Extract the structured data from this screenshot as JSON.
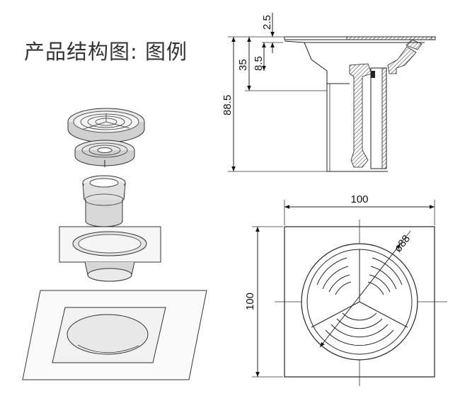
{
  "title": "产品结构图: 图例",
  "section_view": {
    "dimensions": {
      "flange_thickness": "2.5",
      "body_height": "35",
      "insert_offset": "8.5",
      "total_height": "88.5"
    }
  },
  "plan_view": {
    "dimensions": {
      "width": "100",
      "height": "100",
      "grate_diameter": "ø88"
    }
  }
}
